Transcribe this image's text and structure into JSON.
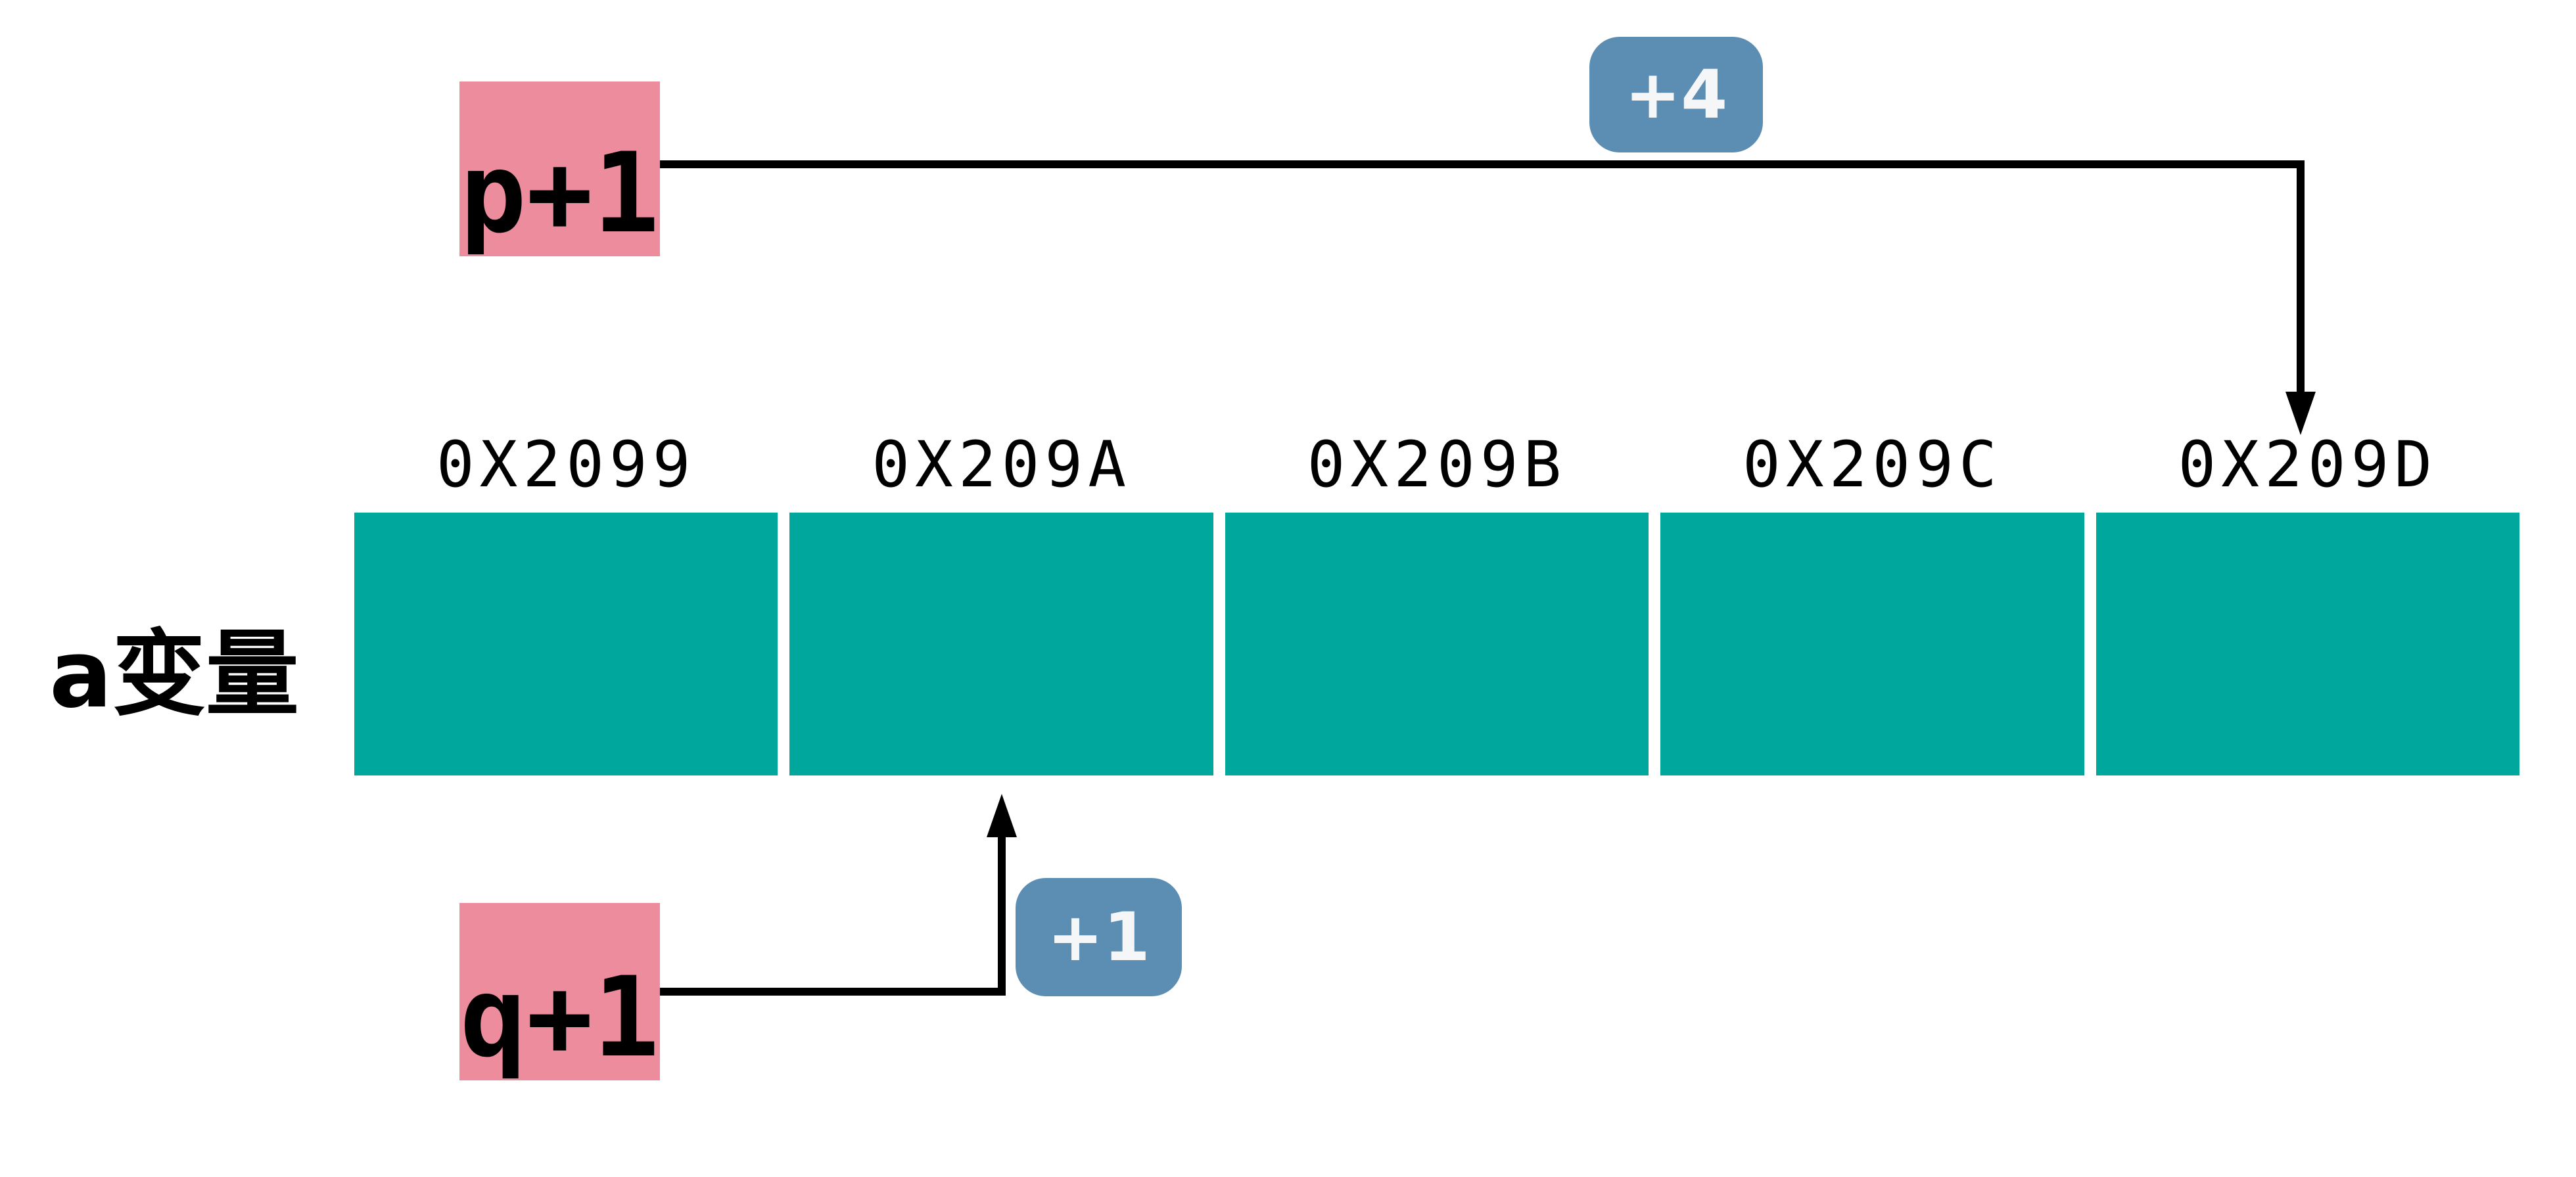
{
  "diagram": {
    "array": {
      "label": "a变量",
      "cell_count": 5,
      "addresses": [
        "0X2099",
        "0X209A",
        "0X209B",
        "0X209C",
        "0X209D"
      ]
    },
    "pointers": [
      {
        "label": "p+1",
        "offset_badge": "+4",
        "points_to": "0X209D"
      },
      {
        "label": "q+1",
        "offset_badge": "+1",
        "points_to": "0X209A"
      }
    ],
    "colors": {
      "cell_fill": "#00a79c",
      "pointer_fill": "#ec8c9c",
      "badge_fill": "#5c8db2",
      "badge_text": "#f4f6f7",
      "arrow": "#000000",
      "text": "#000000",
      "background": "#ffffff"
    }
  }
}
